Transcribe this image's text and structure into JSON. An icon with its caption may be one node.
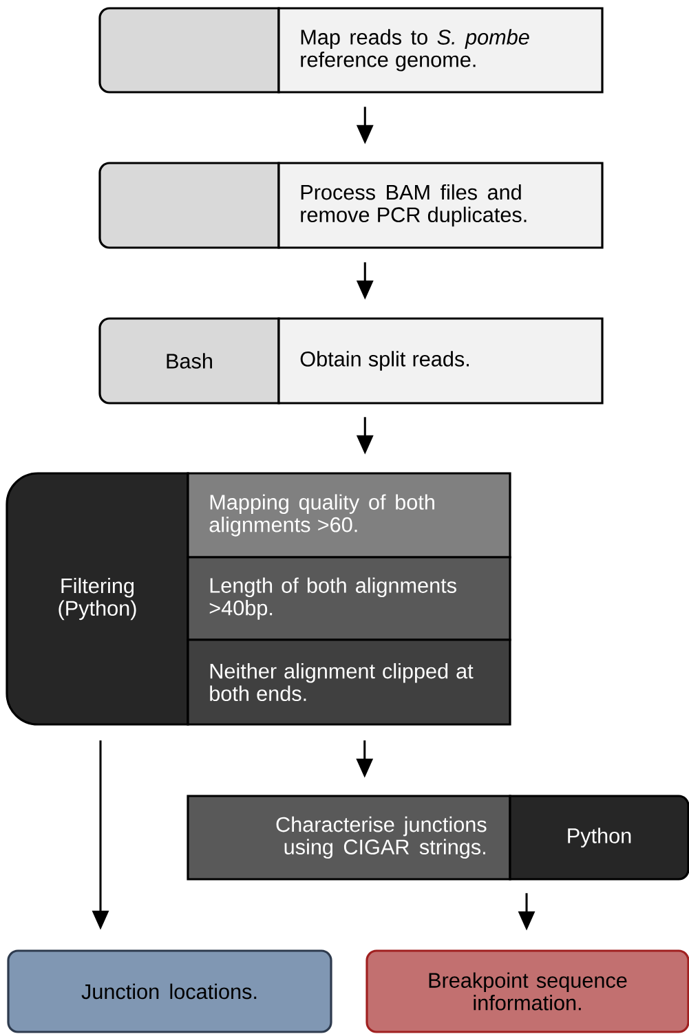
{
  "diagram": {
    "nodes": [
      {
        "text": [],
        "shape": "box"
      },
      {
        "text": [
          "Map reads to *S. pombe* reference genome."
        ]
      },
      {
        "text": [],
        "shape": "box"
      },
      {
        "text": [
          "Process BAM files and remove PCR duplicates."
        ]
      },
      {
        "text": [
          "Bash"
        ]
      },
      {
        "text": [
          "Obtain split reads."
        ]
      },
      {
        "text": [
          "Filtering (Python)"
        ]
      },
      {
        "text": [
          "Mapping quality of both alignments >60."
        ]
      },
      {
        "text": [
          "Length of both alignments >40bp."
        ]
      },
      {
        "text": [
          "Neither alignment clipped at both ends."
        ]
      },
      {
        "text": [
          "Characterise junctions using CIGAR strings."
        ]
      },
      {
        "text": [
          "Python"
        ]
      },
      {
        "text": [
          "Junction locations."
        ]
      },
      {
        "text": [
          "Breakpoint sequence information."
        ]
      }
    ],
    "edges": [
      {
        "from": 1,
        "to": 3,
        "arrow": "to"
      },
      {
        "from": 3,
        "to": 5,
        "arrow": "to"
      },
      {
        "from": 5,
        "to": 7,
        "arrow": "to"
      },
      {
        "from": 9,
        "to": 10,
        "arrow": "to"
      },
      {
        "from": 6,
        "to": 12,
        "arrow": "to"
      },
      {
        "from": 11,
        "to": 13,
        "arrow": "to"
      }
    ]
  }
}
